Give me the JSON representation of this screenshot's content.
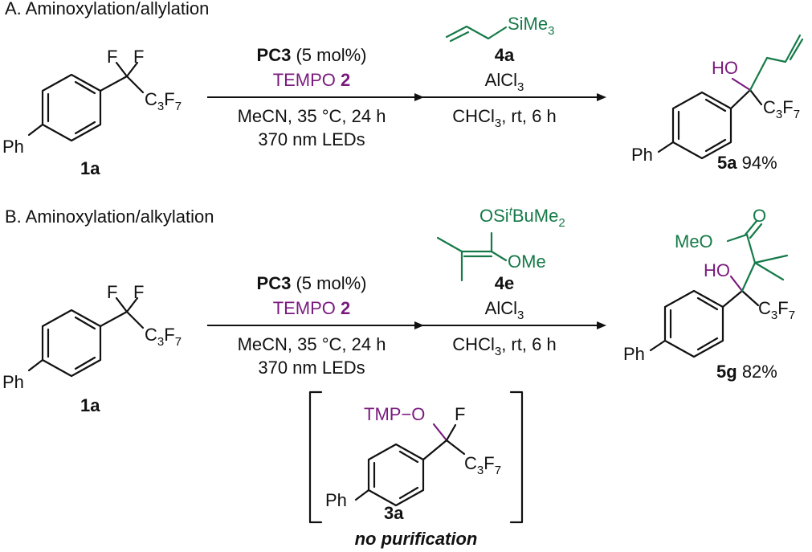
{
  "sectionA": {
    "title": "A. Aminoxylation/allylation",
    "sm_label": "1a",
    "sm_ph": "Ph",
    "sm_c3f7": "C3F7",
    "step1": {
      "catalyst": "PC3",
      "catalyst_amount": "(5 mol%)",
      "reagent": "TEMPO",
      "reagent_num": "2",
      "solvent": "MeCN, 35 °C, 24 h",
      "light": "370 nm LEDs"
    },
    "step2": {
      "reagent_struct": "SiMe3",
      "reagent_label": "4a",
      "lewis_acid": "AlCl3",
      "cond": "CHCl3, rt, 6 h"
    },
    "product": {
      "label": "5a",
      "yield": "94%",
      "oh": "HO",
      "ph": "Ph",
      "c3f7": "C3F7"
    }
  },
  "sectionB": {
    "title": "B. Aminoxylation/alkylation",
    "sm_label": "1a",
    "sm_ph": "Ph",
    "sm_c3f7": "C3F7",
    "step1": {
      "catalyst": "PC3",
      "catalyst_amount": "(5 mol%)",
      "reagent": "TEMPO",
      "reagent_num": "2",
      "solvent": "MeCN, 35 °C, 24 h",
      "light": "370 nm LEDs"
    },
    "step2": {
      "reagent_oSi": "OSitBuMe2",
      "reagent_ome": "OMe",
      "reagent_label": "4e",
      "lewis_acid": "AlCl3",
      "cond": "CHCl3, rt, 6 h"
    },
    "product": {
      "label": "5g",
      "yield": "82%",
      "meo": "MeO",
      "o": "O",
      "oh": "HO",
      "ph": "Ph",
      "c3f7": "C3F7"
    },
    "intermediate": {
      "tmp_o": "TMP−O",
      "f": "F",
      "c3f7": "C3F7",
      "ph": "Ph",
      "label": "3a",
      "note": "no purification"
    }
  },
  "colors": {
    "reagent_purple": "#7a1a7e",
    "reagent_green": "#157a48",
    "ink": "#111111"
  }
}
